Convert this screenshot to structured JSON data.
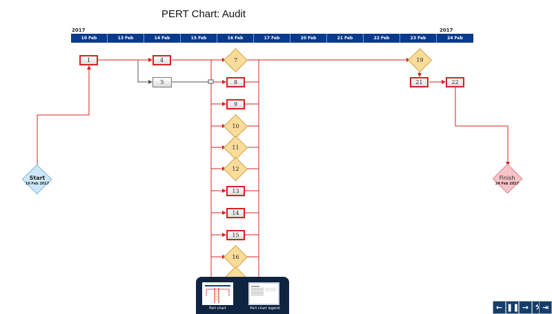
{
  "title": "PERT Chart: Audit",
  "timeline": {
    "year_left": "2017",
    "year_right": "2017",
    "dates": [
      "10 Feb",
      "13 Feb",
      "14 Feb",
      "15 Feb",
      "16 Feb",
      "17 Feb",
      "20 Feb",
      "21 Feb",
      "22 Feb",
      "23 Feb",
      "24 Feb"
    ]
  },
  "start": {
    "label": "Start",
    "date": "10 Feb 2017"
  },
  "finish": {
    "label": "Finish",
    "date": "24 Feb 2017"
  },
  "tasks": {
    "n1": "1",
    "n4": "4",
    "n5": "5",
    "n7": "7",
    "n8": "8",
    "n9": "9",
    "n10": "10",
    "n11": "11",
    "n12": "12",
    "n13": "13",
    "n14": "14",
    "n15": "15",
    "n16": "16",
    "n19": "19",
    "n21": "21",
    "n22": "22"
  },
  "slides": {
    "thumb1_label": "Pert chart",
    "thumb2_label": "Pert chart legend"
  },
  "controls": {
    "prev_icon": "arrow-left-icon",
    "pause_icon": "pause-icon",
    "next_icon": "arrow-right-icon",
    "tools_icon": "wrench-icon",
    "exit_icon": "exit-icon"
  },
  "colors": {
    "timeline": "#0a3a8c",
    "edge": "#d62020",
    "milestone": "#f9dc9a",
    "start": "#cce8f8",
    "finish": "#f7c3c6"
  }
}
